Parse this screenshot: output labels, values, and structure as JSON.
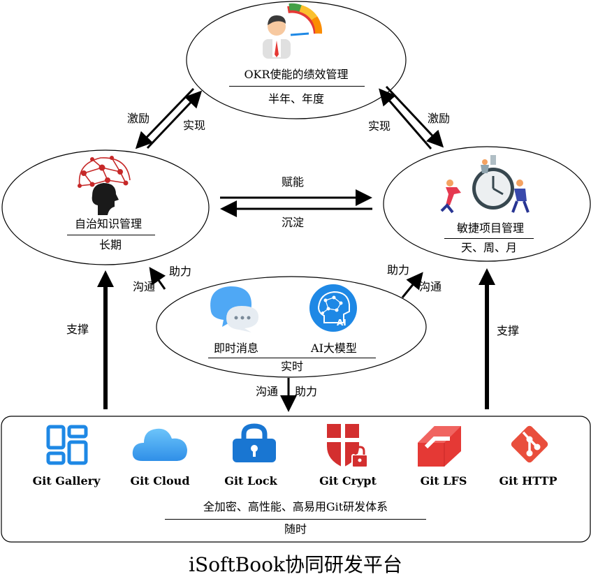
{
  "okr": {
    "title": "OKR使能的绩效管理",
    "period": "半年、年度"
  },
  "knowledge": {
    "title": "自治知识管理",
    "period": "长期"
  },
  "agile": {
    "title": "敏捷项目管理",
    "period": "天、周、月"
  },
  "realtime": {
    "im_label": "即时消息",
    "ai_label": "AI大模型",
    "period": "实时"
  },
  "edges": {
    "motivate_left": "激励",
    "realize_left": "实现",
    "realize_right": "实现",
    "motivate_right": "激励",
    "empower": "赋能",
    "settle": "沉淀",
    "help_left": "助力",
    "comm_left": "沟通",
    "help_right": "助力",
    "comm_right": "沟通",
    "support_left": "支撑",
    "support_right": "支撑",
    "comm_down": "沟通",
    "help_down": "助力"
  },
  "platform": {
    "tools": [
      {
        "label": "Git Gallery",
        "icon": "gallery-grid-icon",
        "color": "#1E88E5"
      },
      {
        "label": "Git Cloud",
        "icon": "cloud-icon",
        "color": "#3FA0EE"
      },
      {
        "label": "Git Lock",
        "icon": "lock-icon",
        "color": "#1976D2"
      },
      {
        "label": "Git Crypt",
        "icon": "crypt-shield-icon",
        "color": "#D32F2F"
      },
      {
        "label": "Git LFS",
        "icon": "lfs-icon",
        "color": "#E53935"
      },
      {
        "label": "Git HTTP",
        "icon": "git-diamond-icon",
        "color": "#E94E3C"
      }
    ],
    "tagline": "全加密、高性能、高易用Git研发体系",
    "period": "随时"
  },
  "title": "iSoftBook协同研发平台"
}
